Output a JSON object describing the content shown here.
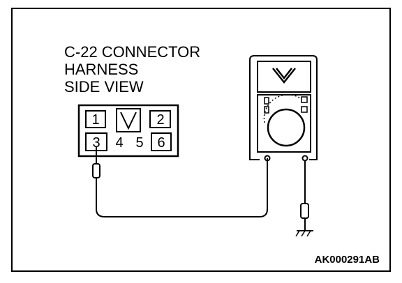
{
  "title": {
    "line1": "C-22 CONNECTOR",
    "line2": "HARNESS",
    "line3": "SIDE VIEW"
  },
  "connector": {
    "pins_top": [
      "1",
      "2"
    ],
    "pins_bottom": [
      "3",
      "4",
      "5",
      "6"
    ]
  },
  "figure_code": "AK000291AB"
}
